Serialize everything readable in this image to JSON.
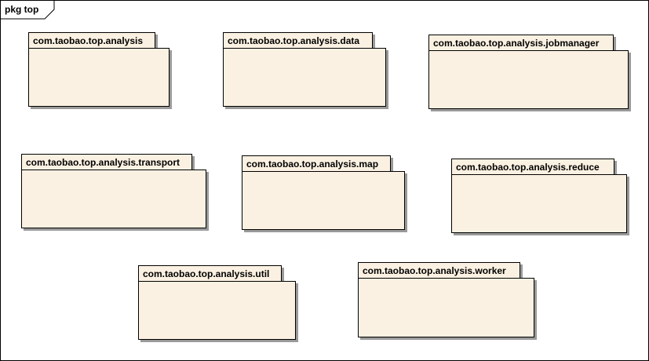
{
  "frame": {
    "label": "pkg top"
  },
  "packages": [
    {
      "name": "com.taobao.top.analysis"
    },
    {
      "name": "com.taobao.top.analysis.data"
    },
    {
      "name": "com.taobao.top.analysis.jobmanager"
    },
    {
      "name": "com.taobao.top.analysis.transport"
    },
    {
      "name": "com.taobao.top.analysis.map"
    },
    {
      "name": "com.taobao.top.analysis.reduce"
    },
    {
      "name": "com.taobao.top.analysis.util"
    },
    {
      "name": "com.taobao.top.analysis.worker"
    }
  ],
  "colors": {
    "package_fill": "#fbf1e2",
    "border": "#000000",
    "shadow": "#9a9a9a"
  }
}
